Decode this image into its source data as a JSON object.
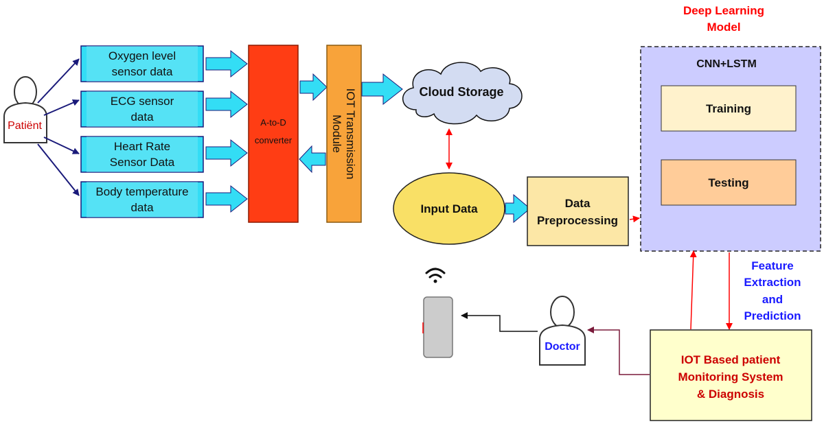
{
  "patient": {
    "label": "Patiënt"
  },
  "doctor": {
    "label": "Doctor"
  },
  "sensors": [
    {
      "line1": "Oxygen level",
      "line2": "sensor data"
    },
    {
      "line1": "ECG sensor",
      "line2": "data"
    },
    {
      "line1": "Heart Rate",
      "line2": "Sensor Data"
    },
    {
      "line1": "Body temperature",
      "line2": "data"
    }
  ],
  "converter": {
    "line1": "A-to-D",
    "line2": "converter"
  },
  "iot_module": {
    "line1": "IOT Transmission",
    "line2": "Module"
  },
  "cloud": {
    "label": "Cloud Storage"
  },
  "input_data": {
    "label": "Input Data"
  },
  "preprocessing": {
    "line1": "Data",
    "line2": "Preprocessing"
  },
  "deep_learning": {
    "title_line1": "Deep Learning",
    "title_line2": "Model",
    "model_name": "CNN+LSTM",
    "training": "Training",
    "testing": "Testing"
  },
  "feature": {
    "line1": "Feature",
    "line2": "Extraction",
    "line3": "and",
    "line4": "Prediction"
  },
  "monitoring": {
    "line1": "IOT Based patient",
    "line2": "Monitoring System",
    "line3": "& Diagnosis"
  },
  "colors": {
    "sensor_fill": "#33ddf5",
    "converter_fill": "#ff3d14",
    "iot_fill": "#f8a33a",
    "cloud_fill": "#d3dcf2",
    "input_fill": "#f9e066",
    "preprocessing_fill": "#fce7a6",
    "model_fill": "#ccccff",
    "training_fill": "#fff2cc",
    "testing_fill": "#ffcc99",
    "monitoring_fill": "#ffffcc",
    "red_title": "#ff0000",
    "blue_text": "#1a1aff",
    "navy_arrow": "#1a1a7a",
    "red_arrow": "#ff0000"
  },
  "icons": [
    "person-icon",
    "wifi-icon",
    "phone-icon",
    "cloud-icon"
  ]
}
